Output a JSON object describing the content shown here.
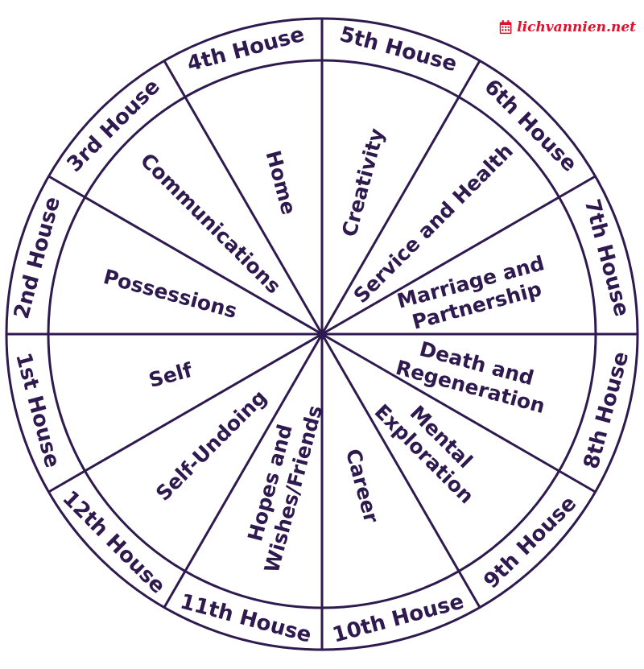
{
  "colors": {
    "ink": "#2e1a4f",
    "brand": "#e0112b",
    "background": "#ffffff"
  },
  "brand": {
    "text": "lichvannien.net",
    "icon": "calendar-icon"
  },
  "houses": [
    {
      "label": "1st House",
      "meaning": [
        "Self"
      ]
    },
    {
      "label": "2nd House",
      "meaning": [
        "Possessions"
      ]
    },
    {
      "label": "3rd House",
      "meaning": [
        "Communications"
      ]
    },
    {
      "label": "4th House",
      "meaning": [
        "Home"
      ]
    },
    {
      "label": "5th House",
      "meaning": [
        "Creativity"
      ]
    },
    {
      "label": "6th House",
      "meaning": [
        "Service and Health"
      ]
    },
    {
      "label": "7th House",
      "meaning": [
        "Marriage and",
        "Partnership"
      ]
    },
    {
      "label": "8th House",
      "meaning": [
        "Death and",
        "Regeneration"
      ]
    },
    {
      "label": "9th House",
      "meaning": [
        "Mental",
        "Exploration"
      ]
    },
    {
      "label": "10th House",
      "meaning": [
        "Career"
      ]
    },
    {
      "label": "11th House",
      "meaning": [
        "Hopes and",
        "Wishes/Friends"
      ]
    },
    {
      "label": "12th House",
      "meaning": [
        "Self-Undoing"
      ]
    }
  ]
}
